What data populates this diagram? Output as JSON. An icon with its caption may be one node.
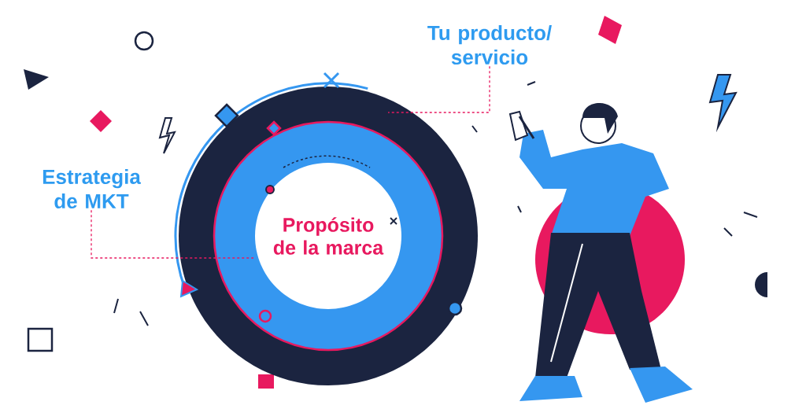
{
  "diagram": {
    "nodes": [
      {
        "text": [],
        "shape": "circle"
      },
      {
        "text": [],
        "shape": "circle",
        "in": 0
      },
      {
        "text": [
          "Propósito de la marca"
        ],
        "in": 1
      },
      {
        "text": [
          "Tu producto/ servicio"
        ]
      },
      {
        "text": [
          "Estrategia de MKT"
        ]
      }
    ],
    "edges": [
      {
        "from": 3,
        "to": 0,
        "arrow": "none",
        "style": "dashed"
      },
      {
        "from": 4,
        "to": 1,
        "arrow": "none",
        "style": "dashed"
      }
    ]
  }
}
